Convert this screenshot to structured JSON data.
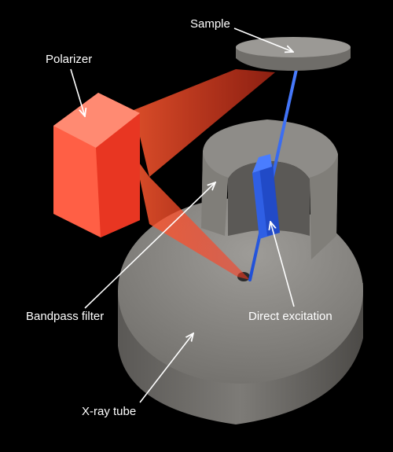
{
  "labels": {
    "sample": "Sample",
    "polarizer": "Polarizer",
    "bandpass_filter": "Bandpass filter",
    "direct_excitation": "Direct excitation",
    "xray_tube": "X-ray tube"
  },
  "colors": {
    "background": "#000000",
    "component_gray": "#8c8a86",
    "polarizer_red": "#ff4a35",
    "beam_red": "#ff3a20",
    "beam_blue": "#2f6cff",
    "label_text": "#ffffff"
  }
}
